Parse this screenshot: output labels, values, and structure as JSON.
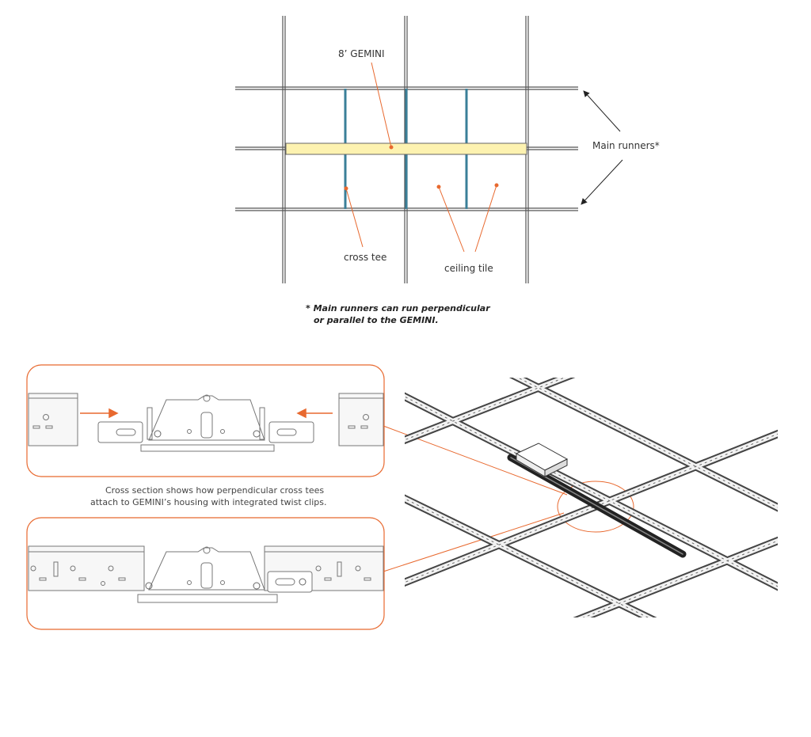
{
  "labels": {
    "gemini": "8’ GEMINI",
    "main_runners": "Main runners*",
    "cross_tee": "cross tee",
    "ceiling_tile": "ceiling tile"
  },
  "footnote": {
    "line1": "* Main runners can run perpendicular",
    "line2": "or parallel to the GEMINI."
  },
  "caption": {
    "line1": "Cross section shows how perpendicular cross tees",
    "line2": "attach to GEMINI’s housing with integrated twist clips."
  },
  "colors": {
    "accent": "#e8692f",
    "gemini_fill": "#fdf2b0",
    "cross_tee": "#3a7f98",
    "grid_line": "#555555"
  }
}
